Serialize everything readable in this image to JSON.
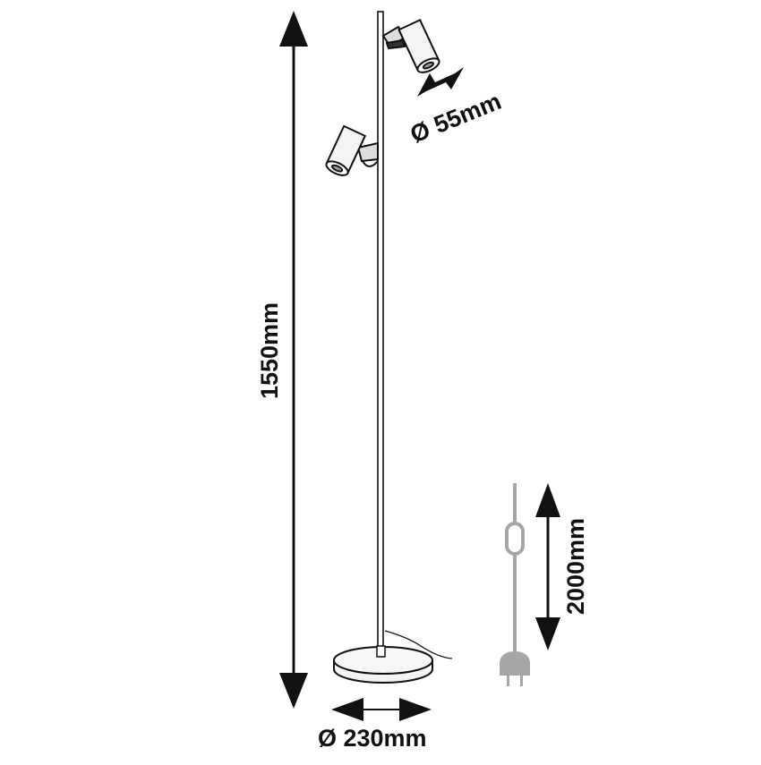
{
  "dimensions": {
    "height": "1550mm",
    "head_diameter": "Ø 55mm",
    "base_diameter": "Ø 230mm",
    "cable_length": "2000mm"
  },
  "colors": {
    "line": "#111111",
    "cable": "#a6a6a6",
    "fill": "#f4f4f4"
  }
}
